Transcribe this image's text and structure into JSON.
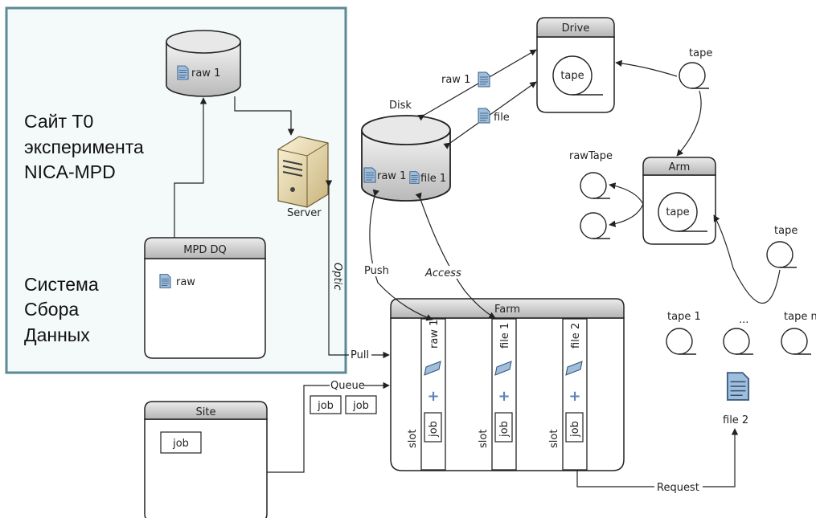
{
  "site_t0": {
    "title_lines": [
      "Сайт T0",
      "эксперимента",
      "NICA-MPD"
    ],
    "daq_lines": [
      "Система",
      "Сбора",
      "Данных"
    ]
  },
  "mpd_dq": {
    "title": "MPD DQ",
    "file": "raw"
  },
  "top_cylinder": {
    "file": "raw 1"
  },
  "server": {
    "label": "Server"
  },
  "disk": {
    "label": "Disk",
    "file_a": "raw 1",
    "file_b": "file 1"
  },
  "drive": {
    "title": "Drive",
    "tape": "tape"
  },
  "drive_files": {
    "raw": "raw 1",
    "file": "file"
  },
  "arm": {
    "title": "Arm",
    "tape": "tape"
  },
  "tapes": {
    "top": "tape",
    "raw_tape": "rawTape",
    "right": "tape",
    "t1": "tape 1",
    "ellipsis": "...",
    "tn": "tape n"
  },
  "farm": {
    "title": "Farm",
    "slots": [
      {
        "label": "slot",
        "file": "raw 1",
        "plus": "+",
        "job": "job"
      },
      {
        "label": "slot",
        "file": "file 1",
        "plus": "+",
        "job": "job"
      },
      {
        "label": "slot",
        "file": "file 2",
        "plus": "+",
        "job": "job"
      }
    ]
  },
  "site": {
    "title": "Site",
    "job": "job"
  },
  "queue_jobs": [
    "job",
    "job"
  ],
  "file2": {
    "label": "file 2"
  },
  "edges": {
    "optic": "Optic",
    "pull": "Pull",
    "queue": "Queue",
    "push": "Push",
    "access": "Access",
    "request": "Request"
  },
  "colors": {
    "panel_border": "#5a8a94",
    "panel_fill": "#f4f9fa",
    "doc_blue": "#9fbedc",
    "plus": "#5b82b6"
  }
}
